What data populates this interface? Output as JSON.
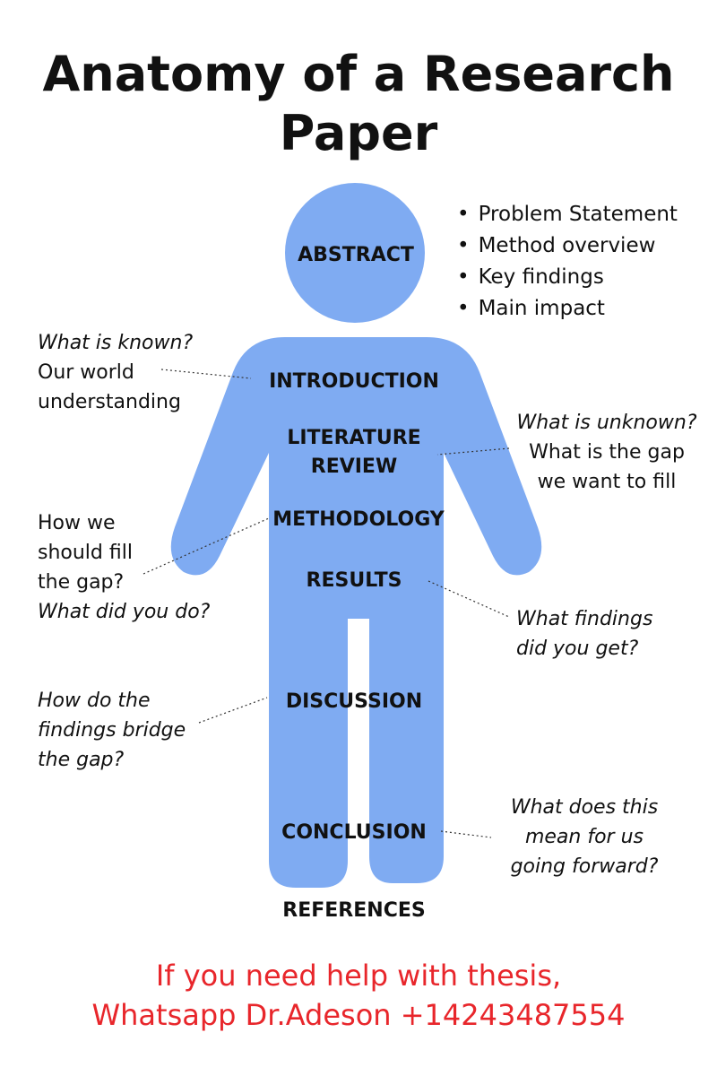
{
  "title": {
    "line1": "Anatomy of a Research",
    "line2": "Paper"
  },
  "colors": {
    "figure": "#7fabf2",
    "text": "#111111",
    "cta": "#e8262b",
    "leader": "#333333"
  },
  "sections": {
    "abstract": "ABSTRACT",
    "introduction": "INTRODUCTION",
    "literature_review_1": "LITERATURE",
    "literature_review_2": "REVIEW",
    "methodology": "METHODOLOGY",
    "results": "RESULTS",
    "discussion": "DISCUSSION",
    "conclusion": "CONCLUSION",
    "references": "REFERENCES"
  },
  "abstract_points": [
    "Problem Statement",
    "Method overview",
    "Key findings",
    "Main impact"
  ],
  "notes": {
    "introduction": {
      "question": "What is known?",
      "line1": "Our world",
      "line2": "understanding"
    },
    "literature_review": {
      "question": "What is unknown?",
      "line1": "What is the gap",
      "line2": "we want to fill"
    },
    "methodology": {
      "line1": "How we",
      "line2": "should fill",
      "line3": "the gap?",
      "question": "What did you do?"
    },
    "results": {
      "line1": "What findings",
      "line2": "did you get?"
    },
    "discussion": {
      "line1": "How do the",
      "line2": "findings bridge",
      "line3": "the gap?"
    },
    "conclusion": {
      "line1": "What does this",
      "line2": "mean for us",
      "line3": "going forward?"
    }
  },
  "cta": {
    "line1": "If you need help with thesis,",
    "line2": "Whatsapp Dr.Adeson +14243487554"
  }
}
